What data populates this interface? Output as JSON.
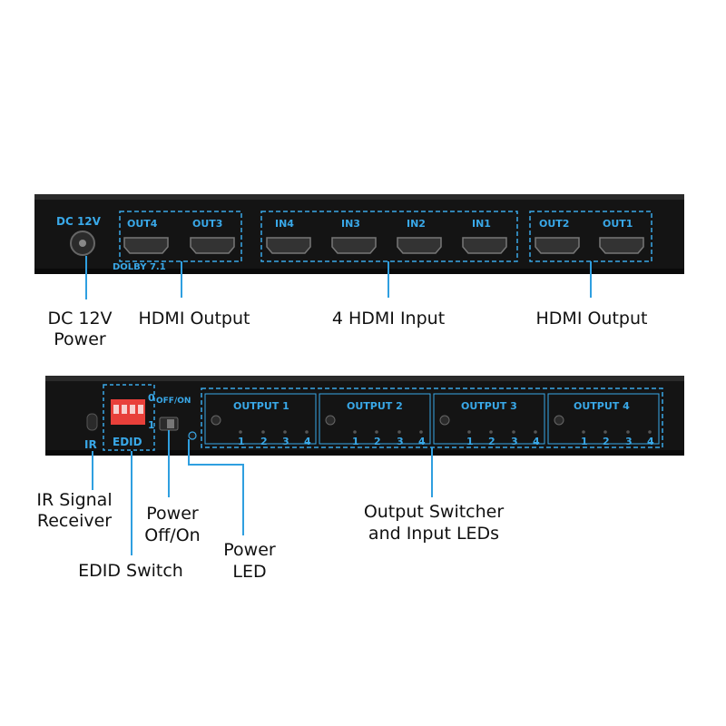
{
  "rear_panel": {
    "dc_label": "DC 12V",
    "ports_out_left": [
      "OUT4",
      "OUT3"
    ],
    "dolby_label": "DOLBY 7.1",
    "ports_in": [
      "IN4",
      "IN3",
      "IN2",
      "IN1"
    ],
    "ports_out_right": [
      "OUT2",
      "OUT1"
    ]
  },
  "rear_callouts": {
    "dc_power": [
      "DC 12V",
      "Power"
    ],
    "hdmi_output_left": "HDMI Output",
    "hdmi_input": "4 HDMI Input",
    "hdmi_output_right": "HDMI Output"
  },
  "front_panel": {
    "ir_label": "IR",
    "edid_label": "EDID",
    "dip_top": "0",
    "dip_bottom": "1",
    "power_switch_label": "OFF/ON",
    "outputs": [
      {
        "name": "OUTPUT 1",
        "leds": [
          "1",
          "2",
          "3",
          "4"
        ]
      },
      {
        "name": "OUTPUT 2",
        "leds": [
          "1",
          "2",
          "3",
          "4"
        ]
      },
      {
        "name": "OUTPUT 3",
        "leds": [
          "1",
          "2",
          "3",
          "4"
        ]
      },
      {
        "name": "OUTPUT 4",
        "leds": [
          "1",
          "2",
          "3",
          "4"
        ]
      }
    ]
  },
  "front_callouts": {
    "ir_receiver": [
      "IR Signal",
      "Receiver"
    ],
    "power_switch": [
      "Power",
      "Off/On"
    ],
    "edid_switch": "EDID Switch",
    "power_led": [
      "Power",
      "LED"
    ],
    "output_switcher": [
      "Output Switcher",
      "and Input LEDs"
    ]
  },
  "colors": {
    "panel": "#141414",
    "accent": "#39a8e8",
    "callout_line": "#2f9fe0",
    "dip_red": "#e8403a"
  }
}
